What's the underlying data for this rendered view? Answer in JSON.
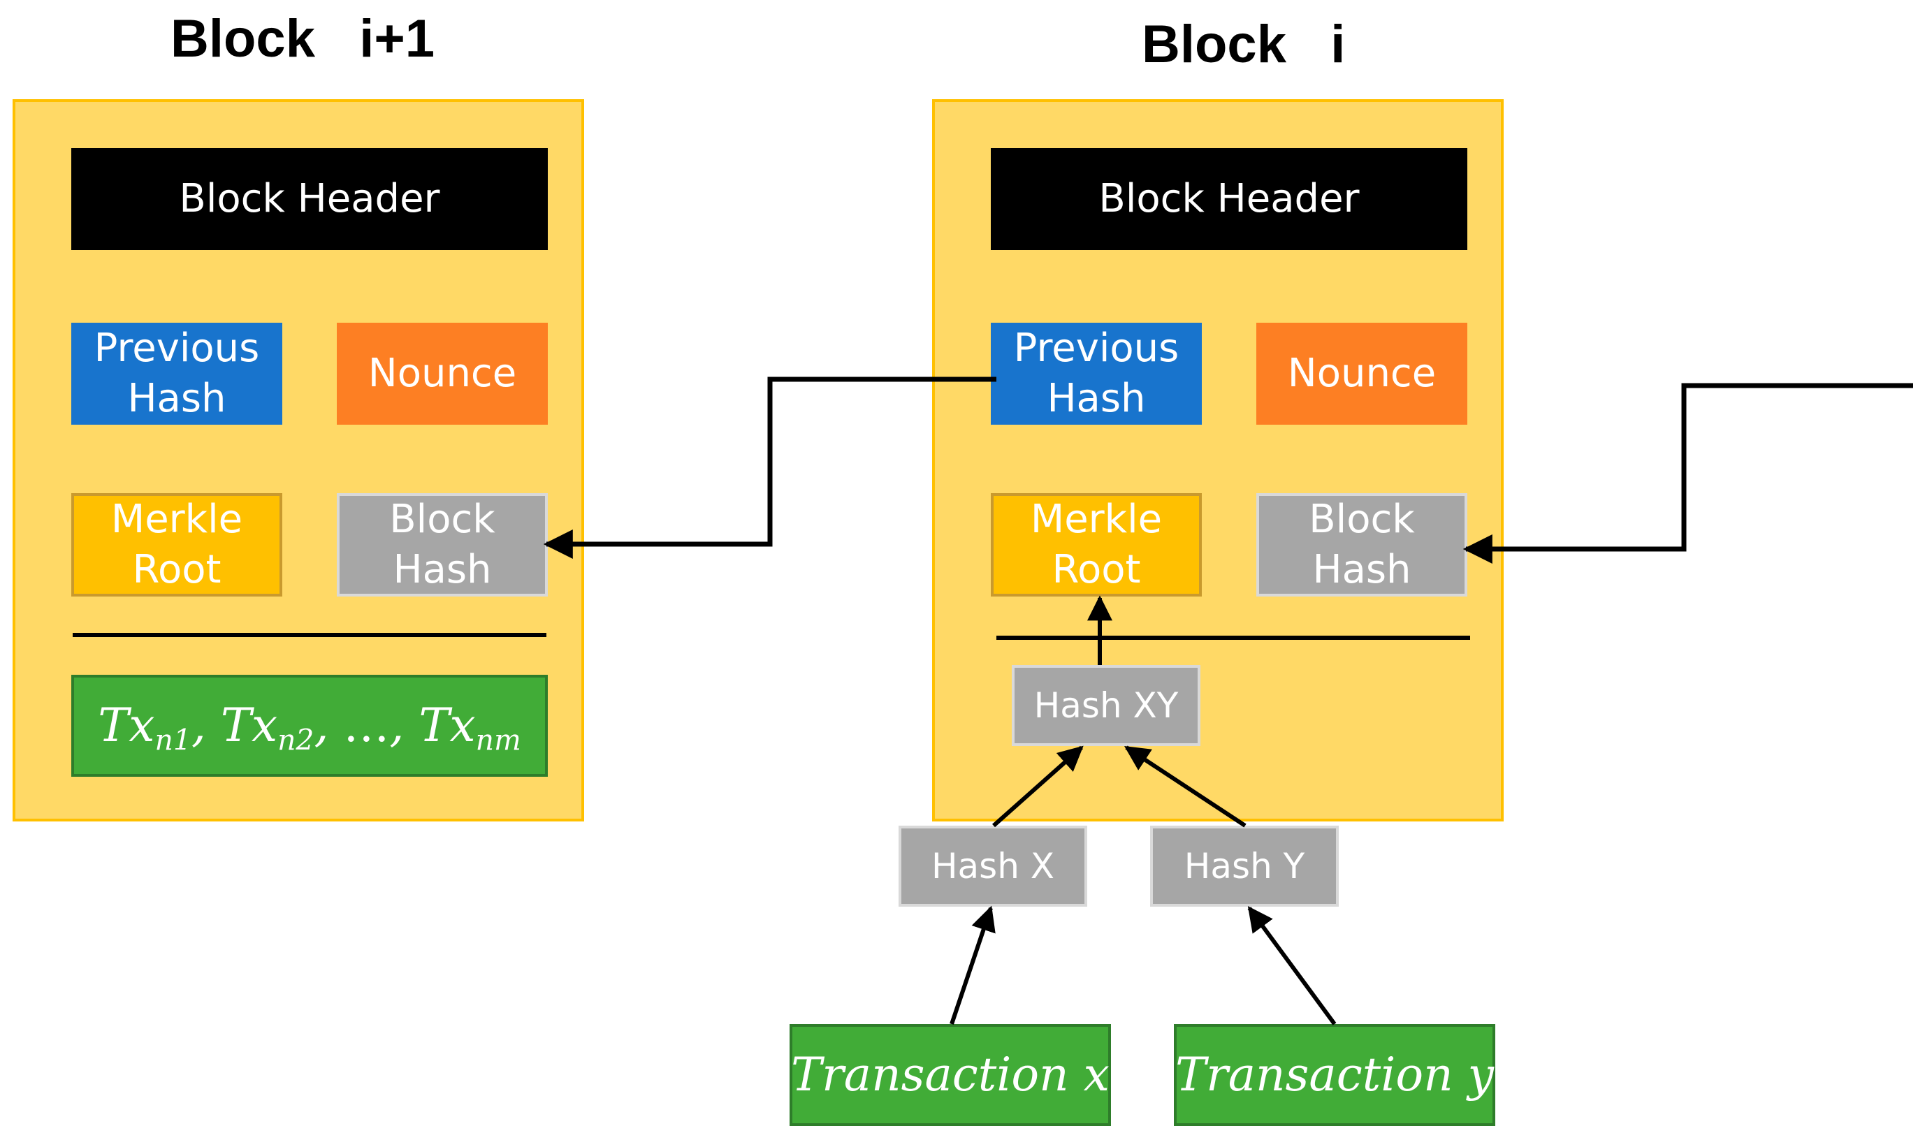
{
  "colors": {
    "panel_fill": "#FFD966",
    "panel_border": "#FFC000",
    "header": "#000000",
    "previous_hash": "#1874CD",
    "nounce": "#FD7F23",
    "merkle_root": "#FFC000",
    "block_hash": "#A6A6A6",
    "hash_node": "#A6A6A6",
    "transaction": "#41AC37"
  },
  "blocks": {
    "next": {
      "title": "Block   i+1",
      "header": "Block Header",
      "previous_hash": "Previous\nHash",
      "nounce": "Nounce",
      "merkle_root": "Merkle\nRoot",
      "block_hash": "Block\nHash",
      "transactions": {
        "items": [
          {
            "base": "Tx",
            "sub": "n1"
          },
          {
            "base": "Tx",
            "sub": "n2"
          },
          {
            "base": "Tx",
            "sub": "nm"
          }
        ],
        "separator": ", ",
        "ellipsis": "…"
      }
    },
    "current": {
      "title": "Block   i",
      "header": "Block Header",
      "previous_hash": "Previous\nHash",
      "nounce": "Nounce",
      "merkle_root": "Merkle\nRoot",
      "block_hash": "Block\nHash"
    }
  },
  "merkle_tree": {
    "hash_xy": "Hash XY",
    "hash_x": "Hash X",
    "hash_y": "Hash Y",
    "transaction_x": "Transaction x",
    "transaction_y": "Transaction y"
  }
}
